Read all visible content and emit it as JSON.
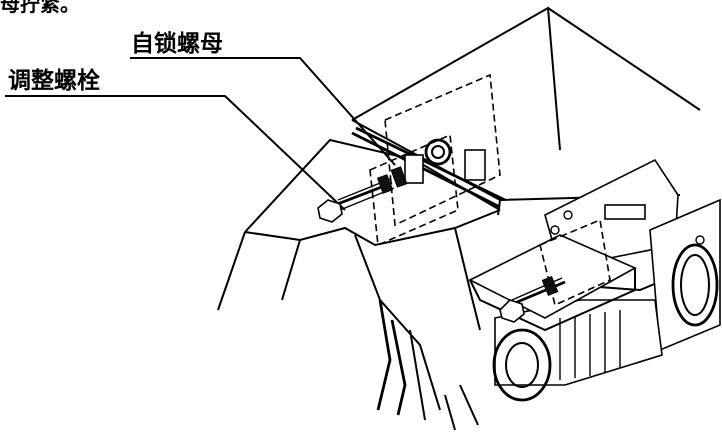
{
  "labels": {
    "top_fragment": "母拧紧。",
    "self_locking_nut": "自锁螺母",
    "adjusting_bolt": "调整螺栓"
  },
  "colors": {
    "line": "#000000",
    "background": "#ffffff"
  }
}
